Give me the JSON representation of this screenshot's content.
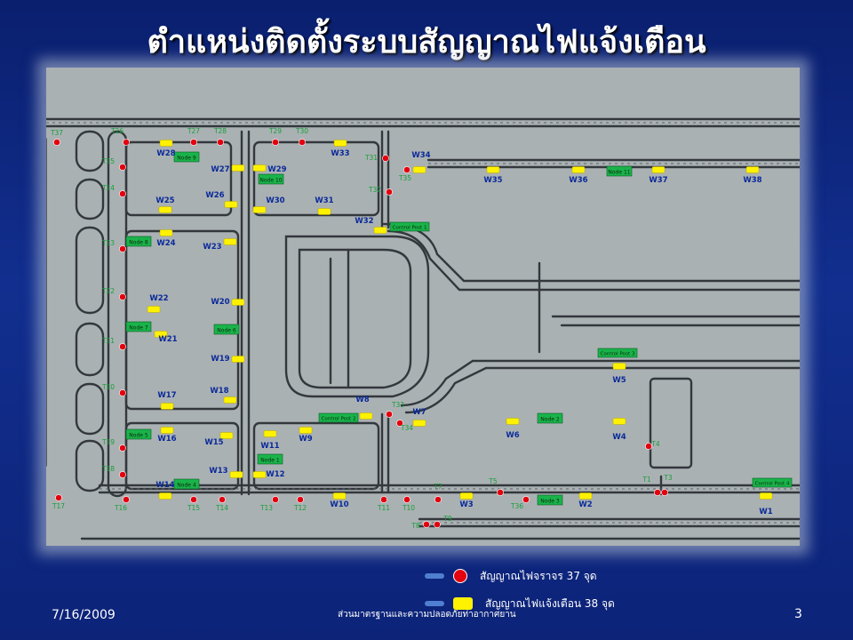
{
  "slide": {
    "title": "ตำแหน่งติดตั้งระบบสัญญาณไฟแจ้งเตือน",
    "date": "7/16/2009",
    "organization": "ส่วนมาตรฐานและความปลอดภัยท่าอากาศยาน",
    "page_number": "3"
  },
  "legend": {
    "traffic_label": "สัญญาณไฟจราจร  37 จุด",
    "warning_label": "สัญญาณไฟแจ้งเตือน  38 จุด"
  },
  "colors": {
    "map_bg": "#aab1b3",
    "road": "#33383c",
    "traffic_light": "#e3000f",
    "warning_light": "#fff200",
    "node_fill": "#19b34a",
    "label_blue": "#0a2a9a",
    "label_green": "#16a03a"
  },
  "warning_signals": [
    {
      "id": "W1",
      "label": "W1"
    },
    {
      "id": "W2",
      "label": "W2"
    },
    {
      "id": "W3",
      "label": "W3"
    },
    {
      "id": "W4",
      "label": "W4"
    },
    {
      "id": "W5",
      "label": "W5"
    },
    {
      "id": "W6",
      "label": "W6"
    },
    {
      "id": "W7",
      "label": "W7"
    },
    {
      "id": "W8",
      "label": "W8"
    },
    {
      "id": "W9",
      "label": "W9"
    },
    {
      "id": "W10",
      "label": "W10"
    },
    {
      "id": "W11",
      "label": "W11"
    },
    {
      "id": "W12",
      "label": "W12"
    },
    {
      "id": "W13",
      "label": "W13"
    },
    {
      "id": "W14",
      "label": "W14"
    },
    {
      "id": "W15",
      "label": "W15"
    },
    {
      "id": "W16",
      "label": "W16"
    },
    {
      "id": "W17",
      "label": "W17"
    },
    {
      "id": "W18",
      "label": "W18"
    },
    {
      "id": "W19",
      "label": "W19"
    },
    {
      "id": "W20",
      "label": "W20"
    },
    {
      "id": "W21",
      "label": "W21"
    },
    {
      "id": "W22",
      "label": "W22"
    },
    {
      "id": "W23",
      "label": "W23"
    },
    {
      "id": "W24",
      "label": "W24"
    },
    {
      "id": "W25",
      "label": "W25"
    },
    {
      "id": "W26",
      "label": "W26"
    },
    {
      "id": "W27",
      "label": "W27"
    },
    {
      "id": "W28",
      "label": "W28"
    },
    {
      "id": "W29",
      "label": "W29"
    },
    {
      "id": "W30",
      "label": "W30"
    },
    {
      "id": "W31",
      "label": "W31"
    },
    {
      "id": "W32",
      "label": "W32"
    },
    {
      "id": "W33",
      "label": "W33"
    },
    {
      "id": "W34",
      "label": "W34"
    },
    {
      "id": "W35",
      "label": "W35"
    },
    {
      "id": "W36",
      "label": "W36"
    },
    {
      "id": "W37",
      "label": "W37"
    },
    {
      "id": "W38",
      "label": "W38"
    }
  ],
  "traffic_signals": [
    {
      "id": "T1",
      "label": "T1"
    },
    {
      "id": "T3",
      "label": "T3"
    },
    {
      "id": "T4",
      "label": "T4"
    },
    {
      "id": "T5",
      "label": "T5"
    },
    {
      "id": "T7",
      "label": "T7"
    },
    {
      "id": "T8",
      "label": "T8"
    },
    {
      "id": "T9",
      "label": "T9"
    },
    {
      "id": "T10",
      "label": "T10"
    },
    {
      "id": "T11",
      "label": "T11"
    },
    {
      "id": "T12",
      "label": "T12"
    },
    {
      "id": "T13",
      "label": "T13"
    },
    {
      "id": "T14",
      "label": "T14"
    },
    {
      "id": "T15",
      "label": "T15"
    },
    {
      "id": "T16",
      "label": "T16"
    },
    {
      "id": "T17",
      "label": "T17"
    },
    {
      "id": "T18",
      "label": "T18"
    },
    {
      "id": "T19",
      "label": "T19"
    },
    {
      "id": "T20",
      "label": "T20"
    },
    {
      "id": "T21",
      "label": "T21"
    },
    {
      "id": "T22",
      "label": "T22"
    },
    {
      "id": "T23",
      "label": "T23"
    },
    {
      "id": "T24",
      "label": "T24"
    },
    {
      "id": "T25",
      "label": "T25"
    },
    {
      "id": "T26",
      "label": "T26"
    },
    {
      "id": "T27",
      "label": "T27"
    },
    {
      "id": "T28",
      "label": "T28"
    },
    {
      "id": "T29",
      "label": "T29"
    },
    {
      "id": "T30",
      "label": "T30"
    },
    {
      "id": "T31",
      "label": "T31"
    },
    {
      "id": "T32",
      "label": "T32"
    },
    {
      "id": "T33",
      "label": "T33"
    },
    {
      "id": "T34",
      "label": "T34"
    },
    {
      "id": "T35",
      "label": "T35"
    },
    {
      "id": "T36",
      "label": "T36"
    },
    {
      "id": "T37",
      "label": "T37"
    }
  ],
  "nodes": [
    {
      "id": "N1",
      "label": "Node 1"
    },
    {
      "id": "N2",
      "label": "Node 2"
    },
    {
      "id": "N3",
      "label": "Node 3"
    },
    {
      "id": "N4",
      "label": "Node 4"
    },
    {
      "id": "N5",
      "label": "Node 5"
    },
    {
      "id": "N6",
      "label": "Node 6"
    },
    {
      "id": "N7",
      "label": "Node 7"
    },
    {
      "id": "N8",
      "label": "Node 8"
    },
    {
      "id": "N9",
      "label": "Node 9"
    },
    {
      "id": "N10",
      "label": "Node 10"
    },
    {
      "id": "N11",
      "label": "Node 11"
    }
  ],
  "control_posts": [
    {
      "id": "CP1",
      "label": "Control Post 1"
    },
    {
      "id": "CP2",
      "label": "Control Post 2"
    },
    {
      "id": "CP3",
      "label": "Control Post 3"
    },
    {
      "id": "CP4",
      "label": "Control Post 4"
    }
  ]
}
